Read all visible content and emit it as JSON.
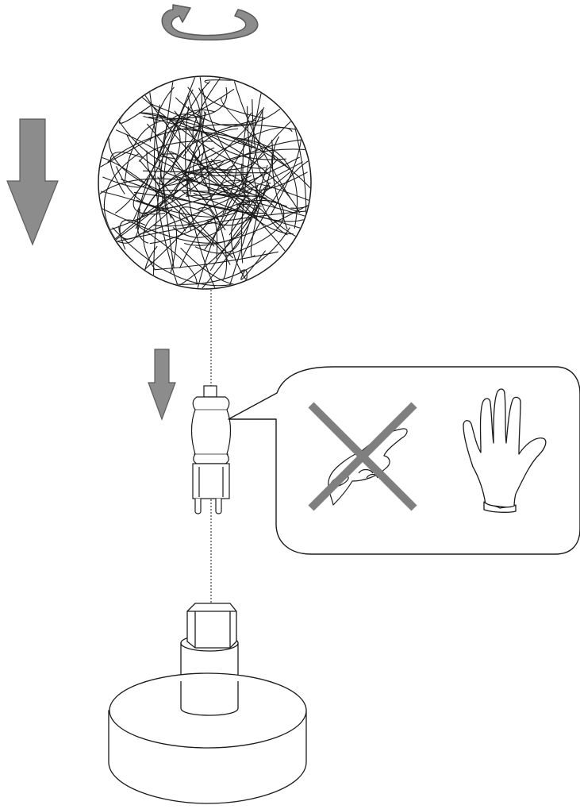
{
  "illustration": {
    "colors": {
      "background": "#ffffff",
      "line": "#1a1a1a",
      "arrow_fill": "#8c8c8c",
      "arrow_stroke": "#5a5a5a",
      "prohibition_cross": "#7f7f7f"
    },
    "steps": [
      {
        "name": "rotate-shade",
        "icon": "rotate-arrow-icon"
      },
      {
        "name": "lower-shade",
        "icon": "down-arrow-icon"
      },
      {
        "name": "insert-bulb",
        "icon": "down-arrow-icon"
      }
    ],
    "components": [
      "globe-shade",
      "g9-bulb",
      "socket",
      "lamp-base"
    ],
    "callout": {
      "prohibited": "bare-hand-icon",
      "required": "glove-icon"
    }
  }
}
